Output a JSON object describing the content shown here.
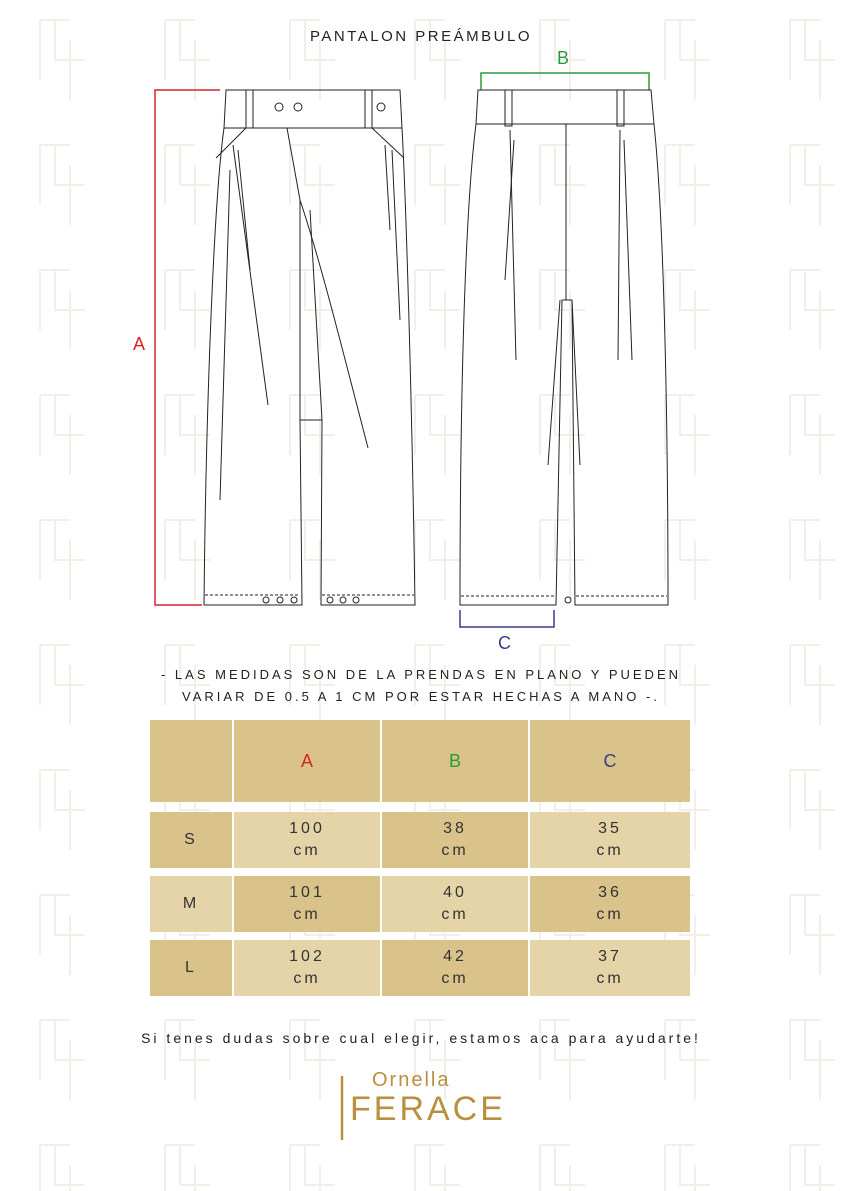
{
  "title": "PANTALON PREÁMBULO",
  "labels": {
    "a": "A",
    "b": "B",
    "c": "C"
  },
  "colors": {
    "a": "#d6242e",
    "b": "#2a9b3a",
    "c": "#3b3d86",
    "table_dark": "#d9c38a",
    "table_light": "#e4d4a7"
  },
  "note": {
    "line1": "- LAS MEDIDAS SON DE LA PRENDAS EN PLANO Y PUEDEN",
    "line2": "VARIAR DE 0.5 A 1 CM POR ESTAR HECHAS A MANO -."
  },
  "table": {
    "headers": [
      "",
      "A",
      "B",
      "C"
    ],
    "rows": [
      {
        "size": "S",
        "a": "100",
        "b": "38",
        "c": "35",
        "unit": "cm"
      },
      {
        "size": "M",
        "a": "101",
        "b": "40",
        "c": "36",
        "unit": "cm"
      },
      {
        "size": "L",
        "a": "102",
        "b": "42",
        "c": "37",
        "unit": "cm"
      }
    ]
  },
  "footer": "Si tenes dudas sobre cual elegir, estamos aca para ayudarte!",
  "logo": {
    "top": "Ornella",
    "bottom": "FERACE"
  }
}
